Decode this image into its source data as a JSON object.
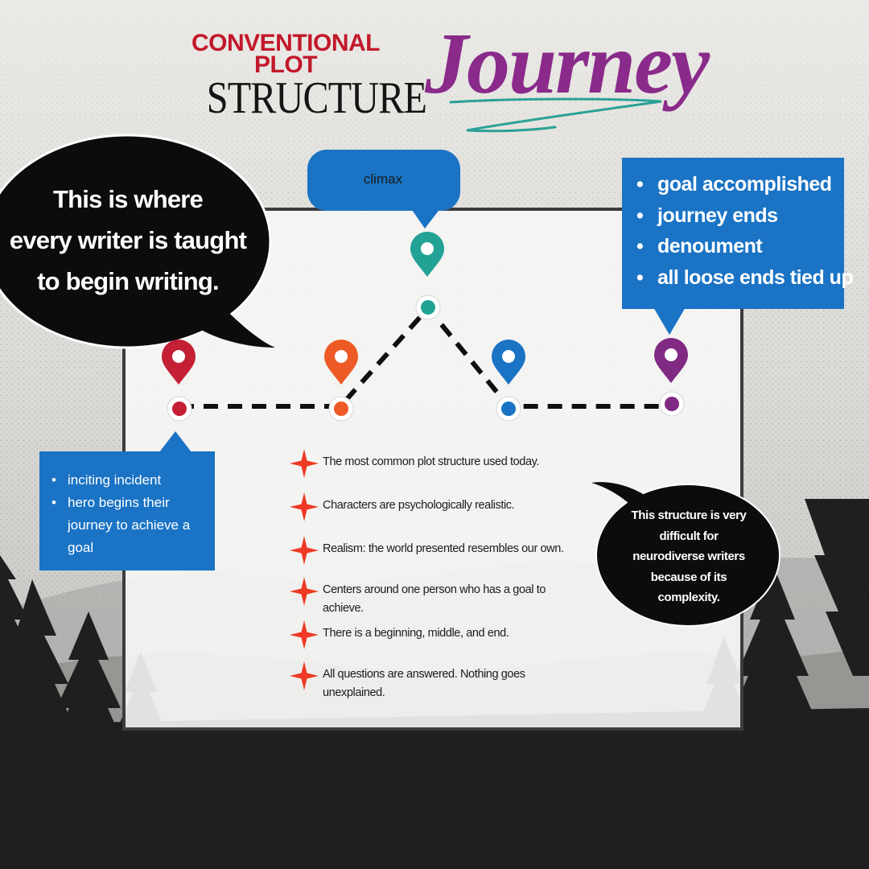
{
  "title": {
    "conventional_line1": "CONVENTIONAL",
    "conventional_line2": "PLOT",
    "structure": "STRUCTURE",
    "journey": "Journey"
  },
  "speech_bubble": {
    "line1": "This is where",
    "line2": "every writer is taught",
    "line3": "to begin writing."
  },
  "climax_label": "climax",
  "goal_list": [
    "goal accomplished",
    "journey ends",
    "denoument",
    "all loose ends tied up"
  ],
  "incite_list": [
    "inciting incident",
    "hero begins their journey to achieve a goal"
  ],
  "notes": [
    "The most common plot structure used today.",
    "Characters are psychologically realistic.",
    "Realism: the world presented resembles our own.",
    "Centers around one person who has a goal to achieve.",
    "There is a beginning, middle, and end.",
    "All questions are answered. Nothing goes unexplained."
  ],
  "neuro_bubble": {
    "line1": "This structure is very",
    "line2": "difficult for",
    "line3": "neurodiverse writers",
    "line4": "because of its",
    "line5": "complexity."
  },
  "colors": {
    "red": "#c41f35",
    "orange": "#ee5a25",
    "teal": "#22a295",
    "blue": "#1a73c4",
    "purple": "#812a84",
    "star": "#ee3a24",
    "box_blue": "#1a73c4"
  }
}
